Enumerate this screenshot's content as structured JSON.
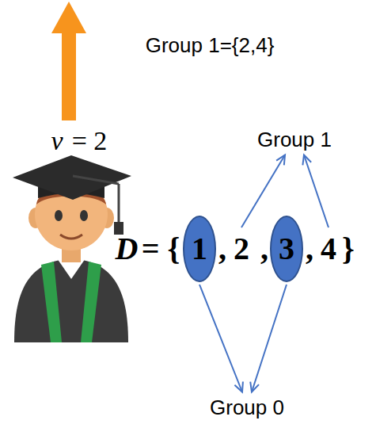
{
  "diagram": {
    "nodes": [
      {
        "text": [
          "Group 1"
        ]
      },
      {
        "text": [
          "1"
        ]
      },
      {
        "text": [
          "2"
        ]
      },
      {
        "text": [
          "3"
        ]
      },
      {
        "text": [
          "4"
        ]
      },
      {
        "text": [
          "Group 0"
        ]
      }
    ],
    "edges": [
      {
        "from": 2,
        "to": 0,
        "arrow": "to"
      },
      {
        "from": 4,
        "to": 0,
        "arrow": "to"
      },
      {
        "from": 1,
        "to": 5,
        "arrow": "to"
      },
      {
        "from": 3,
        "to": 5,
        "arrow": "to"
      }
    ],
    "labels": [
      "Group 1={2,4}",
      "v",
      "= 2",
      "D",
      "= {",
      ",",
      ",",
      ",",
      "}"
    ]
  }
}
